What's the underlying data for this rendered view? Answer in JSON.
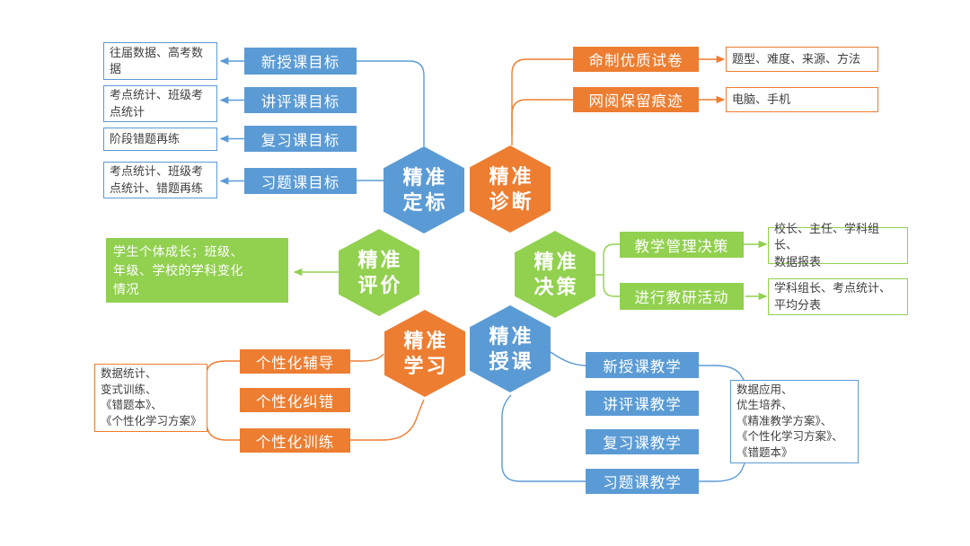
{
  "colors": {
    "blue": "#5B9BD5",
    "orange": "#ED7D31",
    "green": "#92D050",
    "detail_text": "#3F3F3F"
  },
  "hexagons": {
    "dingbiao": {
      "line1": "精准",
      "line2": "定标"
    },
    "zhenduan": {
      "line1": "精准",
      "line2": "诊断"
    },
    "pingjia": {
      "line1": "精准",
      "line2": "评价"
    },
    "juece": {
      "line1": "精准",
      "line2": "决策"
    },
    "xuexi": {
      "line1": "精准",
      "line2": "学习"
    },
    "shouke": {
      "line1": "精准",
      "line2": "授课"
    }
  },
  "dingbiao": {
    "filled": [
      "新授课目标",
      "讲评课目标",
      "复习课目标",
      "习题课目标"
    ],
    "outline": [
      "往届数据、高考数\n据",
      "考点统计、班级考\n点统计",
      "阶段错题再练",
      "考点统计、班级考\n点统计、错题再练"
    ]
  },
  "zhenduan": {
    "filled": [
      "命制优质试卷",
      "网阅保留痕迹"
    ],
    "outline": [
      "题型、难度、来源、方法",
      "电脑、手机"
    ]
  },
  "pingjia": {
    "filled": [
      "学生个体成长；班级、\n年级、学校的学科变化\n情况"
    ]
  },
  "juece": {
    "filled": [
      "教学管理决策",
      "进行教研活动"
    ],
    "outline": [
      "校长、主任、学科组长、\n数据报表",
      "学科组长、考点统计、\n平均分表"
    ]
  },
  "xuexi": {
    "filled": [
      "个性化辅导",
      "个性化纠错",
      "个性化训练"
    ],
    "outline": [
      "数据统计、\n变式训练、\n《错题本》、\n《个性化学习方案》"
    ]
  },
  "shouke": {
    "filled": [
      "新授课教学",
      "讲评课教学",
      "复习课教学",
      "习题课教学"
    ],
    "outline": [
      "数据应用、\n优生培养、\n《精准教学方案》、\n《个性化学习方案》、\n《错题本》"
    ]
  }
}
